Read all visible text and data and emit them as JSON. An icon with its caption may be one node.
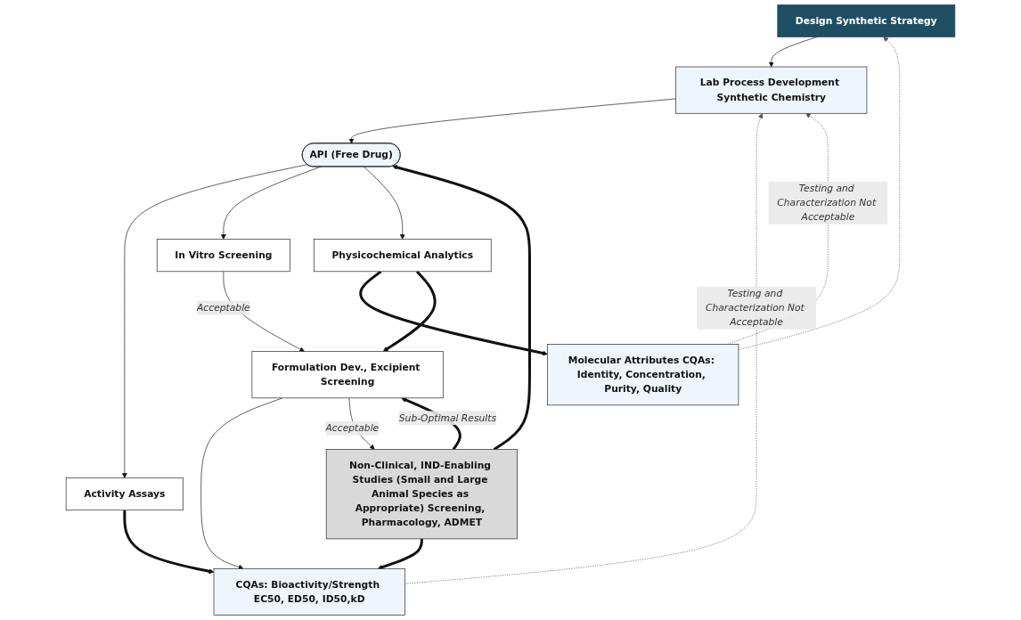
{
  "diagram": {
    "nodes": [
      {
        "text": [
          "Design Synthetic Strategy"
        ]
      },
      {
        "text": [
          "Lab Process Development Synthetic Chemistry"
        ]
      },
      {
        "text": [
          "API (Free Drug)"
        ]
      },
      {
        "text": [
          "CQAs: Bioactivity/Strength EC50, ED50, ID50,kD"
        ]
      },
      {
        "text": [
          "Activity Assays"
        ]
      },
      {
        "text": [
          "In Vitro Screening"
        ]
      },
      {
        "text": [
          "Physicochemical Analytics"
        ]
      },
      {
        "text": [
          "Molecular Attributes CQAs: Identity, Concentration, Purity, Quality"
        ]
      },
      {
        "text": [
          "Formulation Dev., Excipient Screening"
        ]
      },
      {
        "text": [
          "Non-Clinical, IND-Enabling Studies (Small and Large Animal Species as Appropriate) Screening, Pharmacology, ADMET"
        ]
      }
    ],
    "edges": [
      {
        "from": 0,
        "to": 1,
        "arrow": "to"
      },
      {
        "from": 1,
        "to": 2,
        "arrow": "to"
      },
      {
        "from": 2,
        "to": 4,
        "arrow": "to"
      },
      {
        "from": 2,
        "to": 5,
        "arrow": "to"
      },
      {
        "from": 2,
        "to": 6,
        "arrow": "to"
      },
      {
        "from": 3,
        "to": 1,
        "arrow": "to",
        "style": "dashed",
        "label": "Testing and Characterization Not Acceptable"
      },
      {
        "from": 7,
        "to": 1,
        "arrow": "to",
        "style": "dashed",
        "label": "Testing and Characterization Not Acceptable"
      },
      {
        "from": 7,
        "to": 0,
        "arrow": "to",
        "style": "dashed"
      },
      {
        "from": 4,
        "to": 3,
        "arrow": "to",
        "style": "thick"
      },
      {
        "from": 6,
        "to": 7,
        "arrow": "to",
        "style": "thick"
      },
      {
        "from": 6,
        "to": 8,
        "arrow": "to",
        "style": "thick"
      },
      {
        "from": 5,
        "to": 8,
        "arrow": "to",
        "label": "Acceptable"
      },
      {
        "from": 8,
        "to": 3,
        "arrow": "to"
      },
      {
        "from": 8,
        "to": 9,
        "arrow": "to",
        "label": "Acceptable"
      },
      {
        "from": 9,
        "to": 3,
        "arrow": "to",
        "style": "thick"
      },
      {
        "from": 9,
        "to": 2,
        "arrow": "to",
        "style": "thick"
      },
      {
        "from": 9,
        "to": 8,
        "arrow": "to",
        "style": "thick",
        "label": "Sub-Optimal Results"
      }
    ]
  }
}
